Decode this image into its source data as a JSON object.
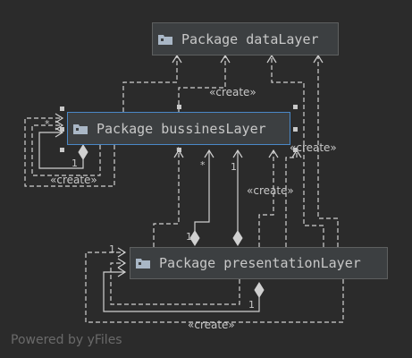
{
  "nodes": {
    "data_layer": "Package dataLayer",
    "business_layer": "Package bussinesLayer",
    "presentation_layer": "Package presentationLayer"
  },
  "edge_labels": {
    "create": "«create»"
  },
  "multiplicities": {
    "star": "*",
    "one": "1"
  },
  "watermark": "Powered by yFiles",
  "colors": {
    "background": "#2b2b2b",
    "node_fill": "#3c3f41",
    "selection": "#4a88c7",
    "edge": "#d0d0d0"
  },
  "icons": {
    "package": "folder-icon"
  }
}
